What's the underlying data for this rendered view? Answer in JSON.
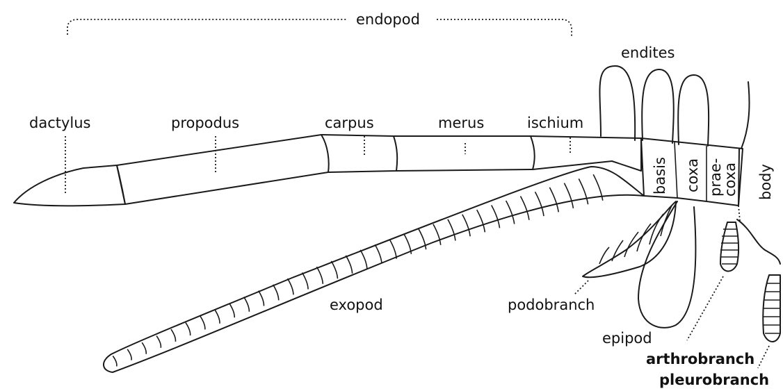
{
  "labels": {
    "endopod": "endopod",
    "endites": "endites",
    "dactylus": "dactylus",
    "propodus": "propodus",
    "carpus": "carpus",
    "merus": "merus",
    "ischium": "ischium",
    "basis": "basis",
    "coxa": "coxa",
    "praecoxa_line1": "prae-",
    "praecoxa_line2": "coxa",
    "body": "body",
    "exopod": "exopod",
    "podobranch": "podobranch",
    "epipod": "epipod",
    "arthrobranch": "arthrobranch",
    "pleurobranch": "pleurobranch"
  }
}
